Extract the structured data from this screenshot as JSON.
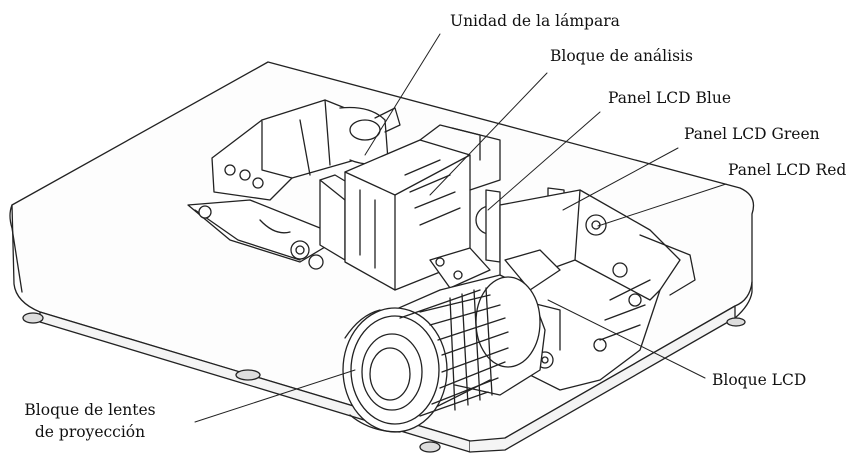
{
  "labels": {
    "lamp_unit": "Unidad de la lámpara",
    "analysis_block": "Bloque de análisis",
    "lcd_blue": "Panel LCD Blue",
    "lcd_green": "Panel LCD Green",
    "lcd_red": "Panel LCD Red",
    "lcd_block": "Bloque LCD",
    "lens_block_line1": "Bloque de lentes",
    "lens_block_line2": "de proyección"
  }
}
